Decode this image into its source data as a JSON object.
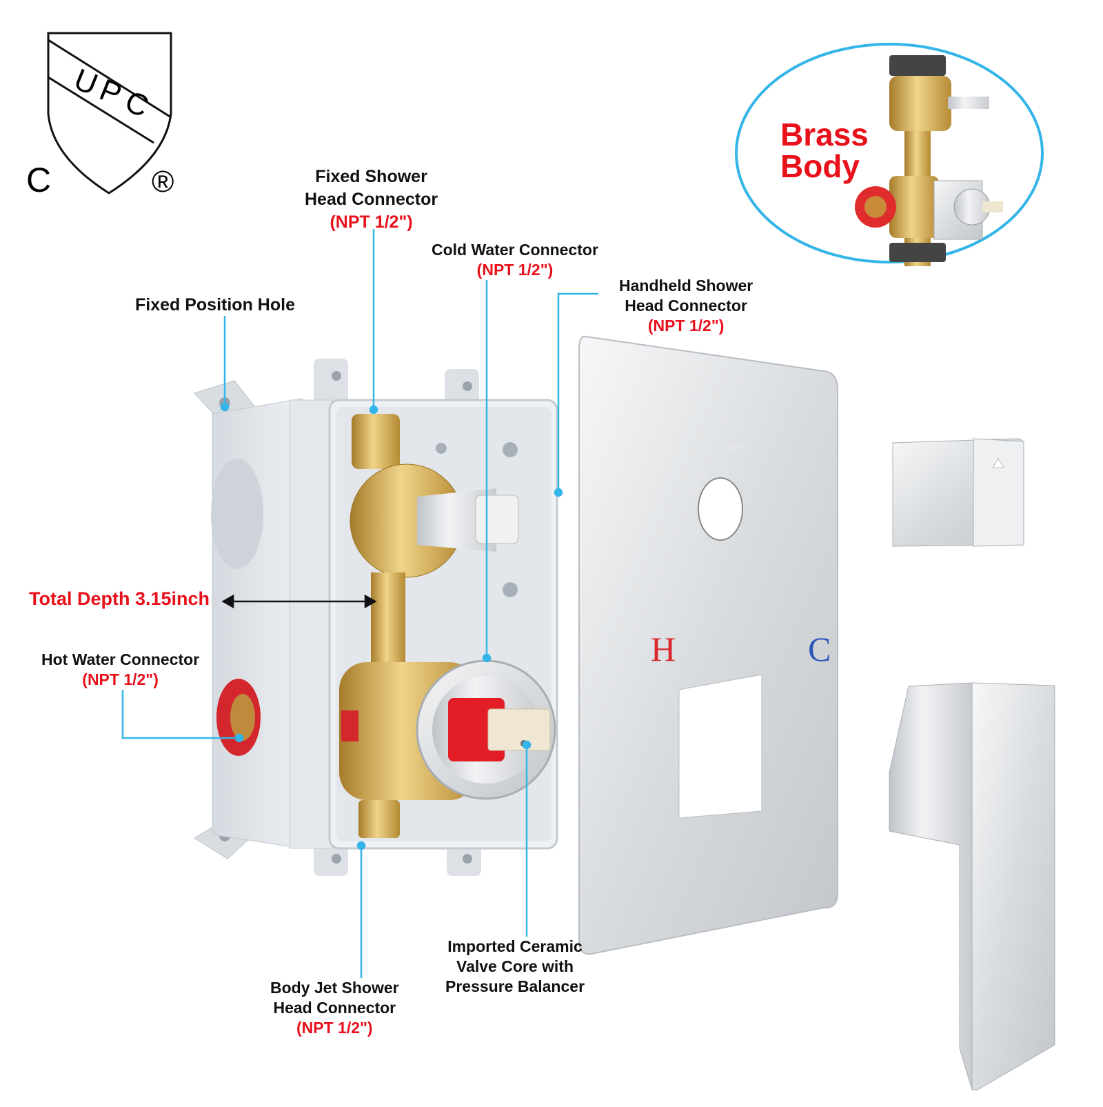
{
  "certification": {
    "mark_letters": [
      "U",
      "P",
      "C"
    ],
    "left_letter": "C",
    "registered_symbol": "®"
  },
  "inset": {
    "title_line1": "Brass",
    "title_line2": "Body",
    "border_color": "#33b5e8"
  },
  "labels": {
    "fixed_position_hole": "Fixed Position Hole",
    "fixed_shower_head": {
      "line1": "Fixed Shower",
      "line2": "Head Connector",
      "spec": "(NPT 1/2\")"
    },
    "cold_water": {
      "line1": "Cold Water Connector",
      "spec": "(NPT 1/2\")"
    },
    "handheld_shower_head": {
      "line1": "Handheld Shower",
      "line2": "Head Connector",
      "spec": "(NPT 1/2\")"
    },
    "total_depth": "Total Depth 3.15inch",
    "hot_water": {
      "line1": "Hot Water Connector",
      "spec": "(NPT 1/2\")"
    },
    "body_jet": {
      "line1": "Body Jet Shower",
      "line2": "Head Connector",
      "spec": "(NPT 1/2\")"
    },
    "valve_core": {
      "line1": "Imported Ceramic",
      "line2": "Valve Core with",
      "line3": "Pressure Balancer"
    }
  },
  "trim_plate": {
    "off_text": "OFF",
    "hot_mark": "H",
    "cold_mark": "C",
    "hot_color": "#d8262c",
    "cold_color": "#2a57b8"
  },
  "colors": {
    "leader_line": "#33b5e8",
    "spec_red": "#e8101a",
    "brass": "#c9a040",
    "housing": "#dfe3e8",
    "chrome": "#d6d9dd"
  }
}
